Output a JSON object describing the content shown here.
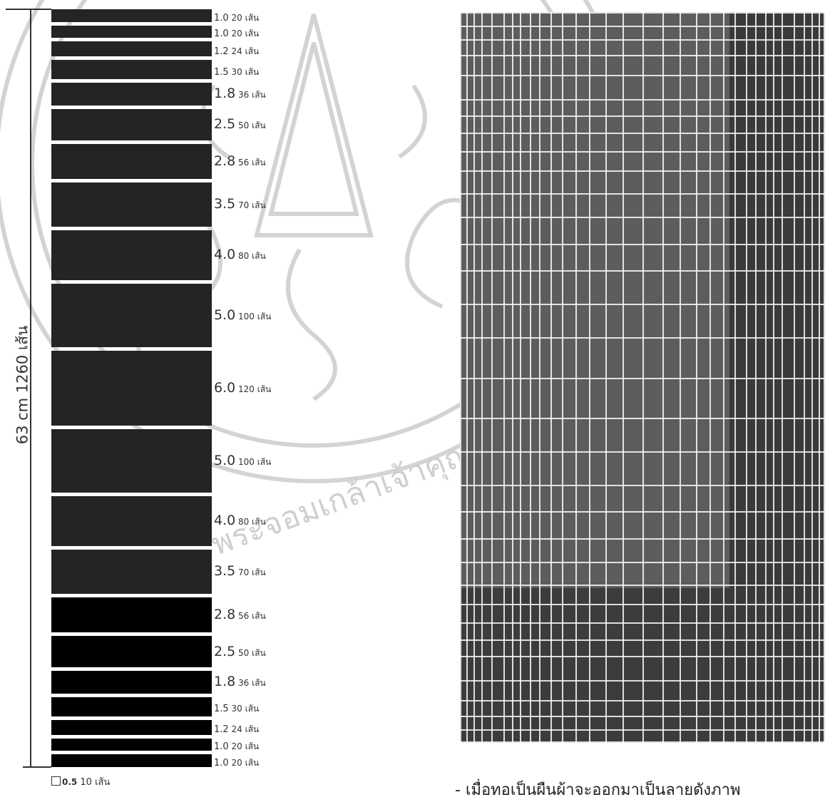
{
  "scale": {
    "label": "63 cm 1260 เส้น"
  },
  "stripes": [
    {
      "w": "1.0",
      "c": "20 เส้น",
      "color": "#242424"
    },
    {
      "w": "1.0",
      "c": "20 เส้น",
      "color": "#242424"
    },
    {
      "w": "1.2",
      "c": "24 เส้น",
      "color": "#242424"
    },
    {
      "w": "1.5",
      "c": "30 เส้น",
      "color": "#242424"
    },
    {
      "w": "1.8",
      "c": "36 เส้น",
      "color": "#242424"
    },
    {
      "w": "2.5",
      "c": "50 เส้น",
      "color": "#242424"
    },
    {
      "w": "2.8",
      "c": "56 เส้น",
      "color": "#242424"
    },
    {
      "w": "3.5",
      "c": "70 เส้น",
      "color": "#242424"
    },
    {
      "w": "4.0",
      "c": "80 เส้น",
      "color": "#242424"
    },
    {
      "w": "5.0",
      "c": "100 เส้น",
      "color": "#242424"
    },
    {
      "w": "6.0",
      "c": "120 เส้น",
      "color": "#242424"
    },
    {
      "w": "5.0",
      "c": "100 เส้น",
      "color": "#242424"
    },
    {
      "w": "4.0",
      "c": "80 เส้น",
      "color": "#242424"
    },
    {
      "w": "3.5",
      "c": "70 เส้น",
      "color": "#242424"
    },
    {
      "w": "2.8",
      "c": "56 เส้น",
      "color": "#000000"
    },
    {
      "w": "2.5",
      "c": "50 เส้น",
      "color": "#000000"
    },
    {
      "w": "1.8",
      "c": "36 เส้น",
      "color": "#000000"
    },
    {
      "w": "1.5",
      "c": "30 เส้น",
      "color": "#000000"
    },
    {
      "w": "1.2",
      "c": "24 เส้น",
      "color": "#000000"
    },
    {
      "w": "1.0",
      "c": "20 เส้น",
      "color": "#000000"
    },
    {
      "w": "1.0",
      "c": "20 เส้น",
      "color": "#000000"
    }
  ],
  "legend": {
    "width": "0.5",
    "count": "10 เส้น"
  },
  "fabric": {
    "base_color": "#4b4b4b",
    "light_color": "#5d5d5d",
    "dark_color": "#3a3a3a",
    "line_color": "#ffffff"
  },
  "caption": "- เมื่อทอเป็นผืนผ้าจะออกมาเป็นลายดังภาพ",
  "watermark": {
    "text": "พระจอมเกล้าเจ้าคุณทหารลาดกระบัง",
    "color": "#c8c8c8"
  }
}
